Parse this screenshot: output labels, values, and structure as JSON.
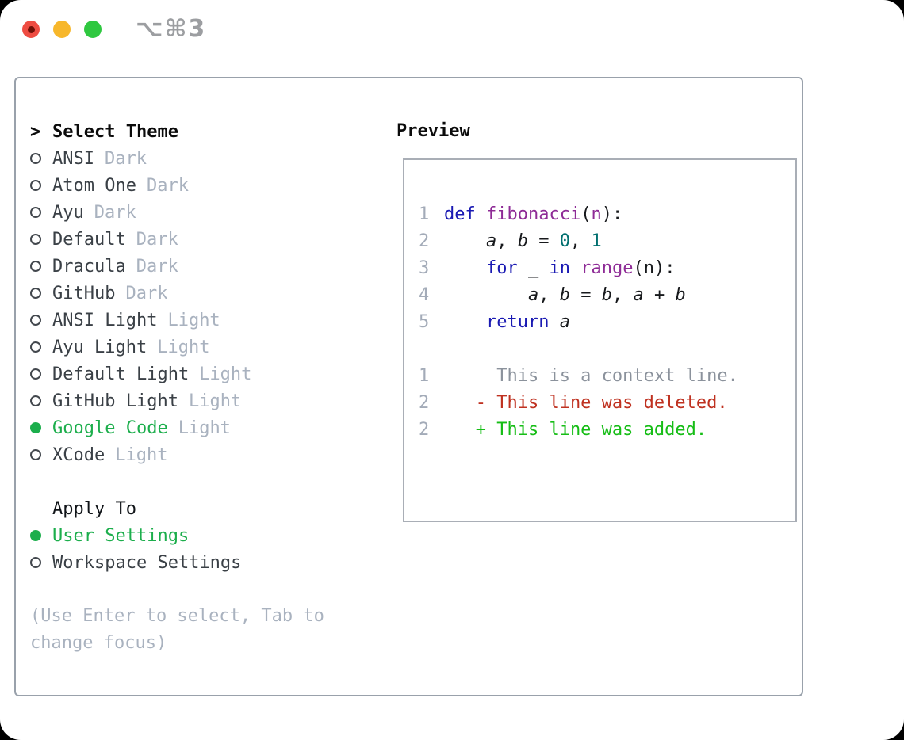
{
  "window": {
    "shortcut": "⌥⌘3"
  },
  "theme_panel": {
    "title_marker": ">",
    "title": "Select Theme",
    "themes": [
      {
        "name": "ANSI",
        "variant": "Dark",
        "selected": false
      },
      {
        "name": "Atom One",
        "variant": "Dark",
        "selected": false
      },
      {
        "name": "Ayu",
        "variant": "Dark",
        "selected": false
      },
      {
        "name": "Default",
        "variant": "Dark",
        "selected": false
      },
      {
        "name": "Dracula",
        "variant": "Dark",
        "selected": false
      },
      {
        "name": "GitHub",
        "variant": "Dark",
        "selected": false
      },
      {
        "name": "ANSI Light",
        "variant": "Light",
        "selected": false
      },
      {
        "name": "Ayu Light",
        "variant": "Light",
        "selected": false
      },
      {
        "name": "Default Light",
        "variant": "Light",
        "selected": false
      },
      {
        "name": "GitHub Light",
        "variant": "Light",
        "selected": false
      },
      {
        "name": "Google Code",
        "variant": "Light",
        "selected": true
      },
      {
        "name": "XCode",
        "variant": "Light",
        "selected": false
      }
    ],
    "apply_to": {
      "title": "Apply To",
      "options": [
        {
          "label": "User Settings",
          "selected": true
        },
        {
          "label": "Workspace Settings",
          "selected": false
        }
      ]
    },
    "hint_lines": [
      "(Use Enter to select, Tab to",
      "change focus)"
    ]
  },
  "preview": {
    "title": "Preview",
    "code_lines": [
      {
        "num": "1",
        "tokens": [
          {
            "t": "def",
            "c": "kw"
          },
          {
            "t": " ",
            "c": "pl"
          },
          {
            "t": "fibonacci",
            "c": "fn"
          },
          {
            "t": "(",
            "c": "pl"
          },
          {
            "t": "n",
            "c": "fn"
          },
          {
            "t": "):",
            "c": "pl"
          }
        ]
      },
      {
        "num": "2",
        "tokens": [
          {
            "t": "    ",
            "c": "pl"
          },
          {
            "t": "a",
            "c": "var"
          },
          {
            "t": ", ",
            "c": "pl"
          },
          {
            "t": "b",
            "c": "var"
          },
          {
            "t": " = ",
            "c": "pl"
          },
          {
            "t": "0",
            "c": "num"
          },
          {
            "t": ", ",
            "c": "pl"
          },
          {
            "t": "1",
            "c": "num"
          }
        ]
      },
      {
        "num": "3",
        "tokens": [
          {
            "t": "    ",
            "c": "pl"
          },
          {
            "t": "for",
            "c": "kw"
          },
          {
            "t": " _ ",
            "c": "pl"
          },
          {
            "t": "in",
            "c": "kw"
          },
          {
            "t": " ",
            "c": "pl"
          },
          {
            "t": "range",
            "c": "fn"
          },
          {
            "t": "(n):",
            "c": "pl"
          }
        ]
      },
      {
        "num": "4",
        "tokens": [
          {
            "t": "        ",
            "c": "pl"
          },
          {
            "t": "a",
            "c": "var"
          },
          {
            "t": ", ",
            "c": "pl"
          },
          {
            "t": "b",
            "c": "var"
          },
          {
            "t": " = ",
            "c": "pl"
          },
          {
            "t": "b",
            "c": "var"
          },
          {
            "t": ", ",
            "c": "pl"
          },
          {
            "t": "a",
            "c": "var"
          },
          {
            "t": " + ",
            "c": "pl"
          },
          {
            "t": "b",
            "c": "var"
          }
        ]
      },
      {
        "num": "5",
        "tokens": [
          {
            "t": "    ",
            "c": "pl"
          },
          {
            "t": "return",
            "c": "kw"
          },
          {
            "t": " ",
            "c": "pl"
          },
          {
            "t": "a",
            "c": "var"
          }
        ]
      }
    ],
    "diff_lines": [
      {
        "num": "1",
        "kind": "context",
        "text": "     This is a context line."
      },
      {
        "num": "2",
        "kind": "deleted",
        "text": "   - This line was deleted."
      },
      {
        "num": "2",
        "kind": "added",
        "text": "   + This line was added."
      }
    ]
  },
  "colors": {
    "traffic_red": "#ee4c42",
    "traffic_red_dot": "#701007",
    "traffic_yellow": "#f7b72b",
    "traffic_green": "#2fc840",
    "shortcut_gray": "#9c9ea1",
    "panel_border": "#99a1ab",
    "preview_border": "#a9aeb6",
    "radio_outline": "#42474d",
    "item_text": "#3a4046",
    "variant_gray": "#a9b2bf",
    "accent_green": "#1cae4c",
    "line_number_gray": "#a3abb8",
    "context_gray": "#8b929c",
    "keyword_blue": "#1a1ab3",
    "function_purple": "#8e2b96",
    "number_teal": "#006f6f",
    "code_plain": "#17191c",
    "deleted_red": "#bf3120",
    "added_green": "#16bd16"
  }
}
